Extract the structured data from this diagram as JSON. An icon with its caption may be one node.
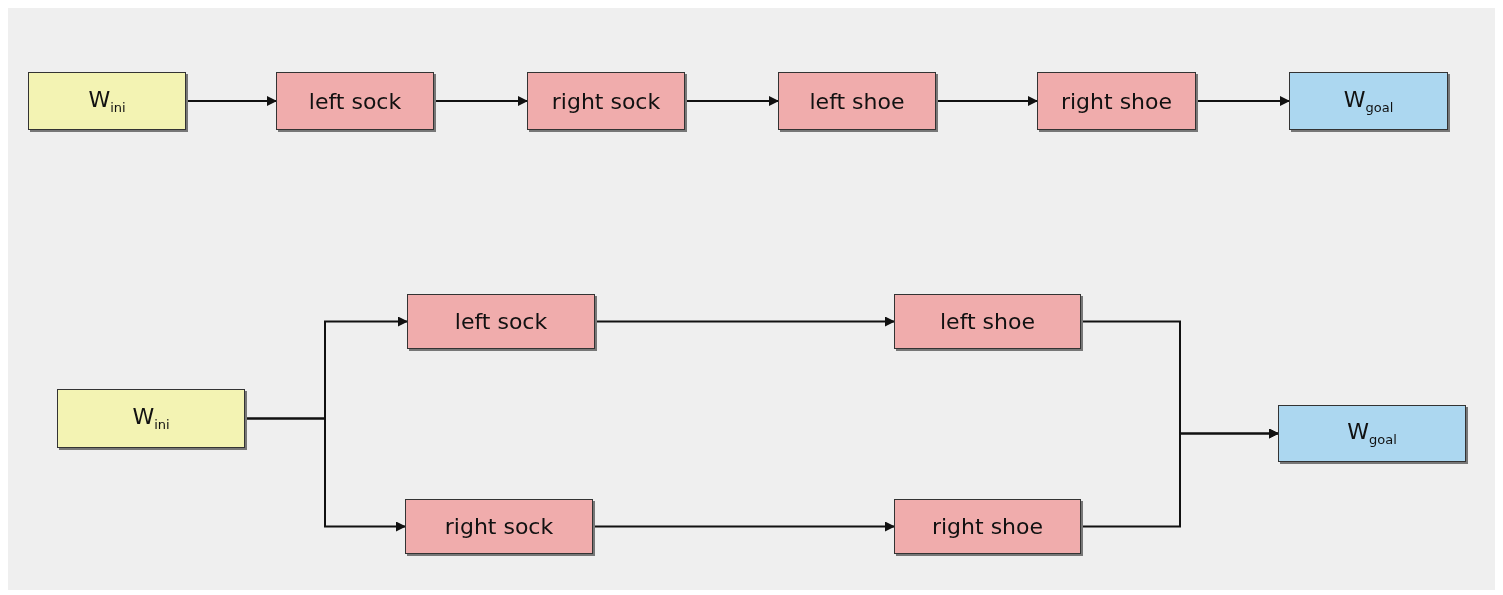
{
  "diagram": {
    "nodes": [
      {
        "text": [
          "W$_{ini}$"
        ]
      },
      {
        "text": [
          "left sock"
        ]
      },
      {
        "text": [
          "right sock"
        ]
      },
      {
        "text": [
          "left shoe"
        ]
      },
      {
        "text": [
          "right shoe"
        ]
      },
      {
        "text": [
          "W$_{goal}$"
        ]
      },
      {
        "text": [
          "W$_{ini}$"
        ]
      },
      {
        "text": [
          "left sock"
        ]
      },
      {
        "text": [
          "right sock"
        ]
      },
      {
        "text": [
          "left shoe"
        ]
      },
      {
        "text": [
          "right shoe"
        ]
      },
      {
        "text": [
          "W$_{goal}$"
        ]
      }
    ],
    "edges": [
      {
        "from": 0,
        "to": 1,
        "arrow": "to"
      },
      {
        "from": 1,
        "to": 2,
        "arrow": "to"
      },
      {
        "from": 2,
        "to": 3,
        "arrow": "to"
      },
      {
        "from": 3,
        "to": 4,
        "arrow": "to"
      },
      {
        "from": 4,
        "to": 5,
        "arrow": "to"
      },
      {
        "from": 6,
        "to": 7,
        "arrow": "to"
      },
      {
        "from": 6,
        "to": 8,
        "arrow": "to"
      },
      {
        "from": 7,
        "to": 9,
        "arrow": "to"
      },
      {
        "from": 8,
        "to": 10,
        "arrow": "to"
      },
      {
        "from": 9,
        "to": 11,
        "arrow": "to"
      },
      {
        "from": 10,
        "to": 11,
        "arrow": "to"
      }
    ]
  }
}
